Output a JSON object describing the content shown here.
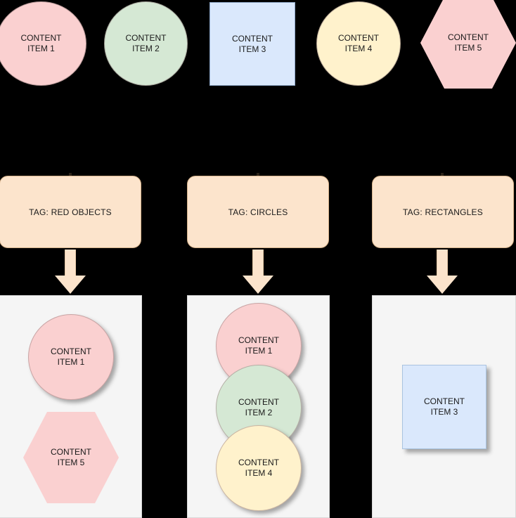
{
  "diagram": {
    "title": "Tag-based content grouping diagram",
    "background_color": "#000000",
    "palette": {
      "pink": "#fad0d0",
      "green": "#d5e8d4",
      "blue": "#dae8fc",
      "yellow": "#fff2cc",
      "peach": "#fce4cc",
      "container_bg": "#f5f5f5",
      "container_border": "#d9d9d9",
      "text": "#1a1a1a"
    }
  },
  "source_row": {
    "items": [
      {
        "label": "CONTENT\nITEM 1",
        "shape": "circle",
        "fill": "#fad0d0"
      },
      {
        "label": "CONTENT\nITEM 2",
        "shape": "circle",
        "fill": "#d5e8d4"
      },
      {
        "label": "CONTENT\nITEM 3",
        "shape": "rectangle",
        "fill": "#dae8fc"
      },
      {
        "label": "CONTENT\nITEM 4",
        "shape": "circle",
        "fill": "#fff2cc"
      },
      {
        "label": "CONTENT\nITEM 5",
        "shape": "hexagon",
        "fill": "#fad0d0"
      }
    ]
  },
  "tags": {
    "items": [
      {
        "label": "TAG: RED OBJECTS",
        "fill": "#fce4cc"
      },
      {
        "label": "TAG: CIRCLES",
        "fill": "#fce4cc"
      },
      {
        "label": "TAG: RECTANGLES",
        "fill": "#fce4cc"
      }
    ]
  },
  "arrows": {
    "items": [
      {
        "direction": "down",
        "fill": "#fce4cc"
      },
      {
        "direction": "down",
        "fill": "#fce4cc"
      },
      {
        "direction": "down",
        "fill": "#fce4cc"
      }
    ]
  },
  "results": {
    "groups": [
      {
        "tag": "TAG: RED OBJECTS",
        "items": [
          {
            "label": "CONTENT\nITEM 1",
            "shape": "circle",
            "fill": "#fad0d0"
          },
          {
            "label": "CONTENT\nITEM 5",
            "shape": "hexagon",
            "fill": "#fad0d0"
          }
        ]
      },
      {
        "tag": "TAG: CIRCLES",
        "items": [
          {
            "label": "CONTENT\nITEM 1",
            "shape": "circle",
            "fill": "#fad0d0"
          },
          {
            "label": "CONTENT\nITEM 2",
            "shape": "circle",
            "fill": "#d5e8d4"
          },
          {
            "label": "CONTENT\nITEM 4",
            "shape": "circle",
            "fill": "#fff2cc"
          }
        ]
      },
      {
        "tag": "TAG: RECTANGLES",
        "items": [
          {
            "label": "CONTENT\nITEM 3",
            "shape": "rectangle",
            "fill": "#dae8fc"
          }
        ]
      }
    ]
  }
}
